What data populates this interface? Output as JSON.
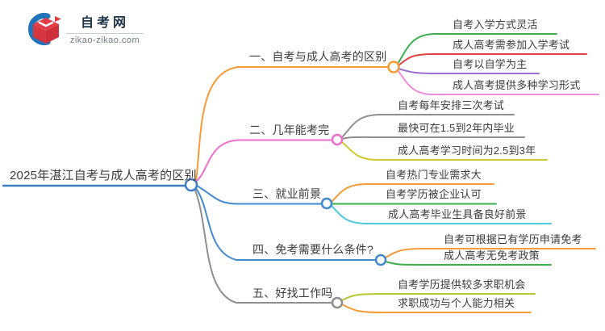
{
  "brand": {
    "name": "自考网",
    "domain": "zikao-zikao.com",
    "logo_colors": {
      "crescent_blue": "#2273b8",
      "cap_red": "#e23c46",
      "cap_red_dark": "#cf2f3a",
      "name_navy": "#1d3348"
    }
  },
  "mindmap": {
    "root": {
      "label": "2025年湛江自考与成人高考的区别",
      "color": "#3d7dc2"
    },
    "branches": [
      {
        "label": "一、自考与成人高考的区别",
        "color": "#f59c36",
        "children": [
          {
            "label": "自考入学方式灵活",
            "color": "#3cb04d"
          },
          {
            "label": "成人高考需参加入学考试",
            "color": "#e23f43"
          },
          {
            "label": "自考以自学为主",
            "color": "#9b6fd2"
          },
          {
            "label": "成人高考提供多种学习形式",
            "color": "#f08adc"
          }
        ]
      },
      {
        "label": "二、几年能考完",
        "color": "#ef6ec9",
        "children": [
          {
            "label": "自考每年安排三次考试",
            "color": "#8f8f8f"
          },
          {
            "label": "最快可在1.5到2年内毕业",
            "color": "#8f8f8f"
          },
          {
            "label": "成人高考学习时间为2.5到3年",
            "color": "#cfc92e"
          }
        ]
      },
      {
        "label": "三、就业前景",
        "color": "#418ad0",
        "children": [
          {
            "label": "自考热门专业需求大",
            "color": "#f59c36"
          },
          {
            "label": "自考学历被企业认可",
            "color": "#3cb04d"
          },
          {
            "label": "成人高考毕业生具备良好前景",
            "color": "#4cc9de"
          }
        ]
      },
      {
        "label": "四、免考需要什么条件?",
        "color": "#418ad0",
        "children": [
          {
            "label": "自考可根据已有学历申请免考",
            "color": "#f59c36"
          },
          {
            "label": "成人高考无免考政策",
            "color": "#3cb04d"
          }
        ]
      },
      {
        "label": "五、好找工作吗",
        "color": "#8f8f8f",
        "children": [
          {
            "label": "自考学历提供较多求职机会",
            "color": "#b5c92f"
          },
          {
            "label": "求职成功与个人能力相关",
            "color": "#f59c36"
          }
        ]
      }
    ]
  }
}
